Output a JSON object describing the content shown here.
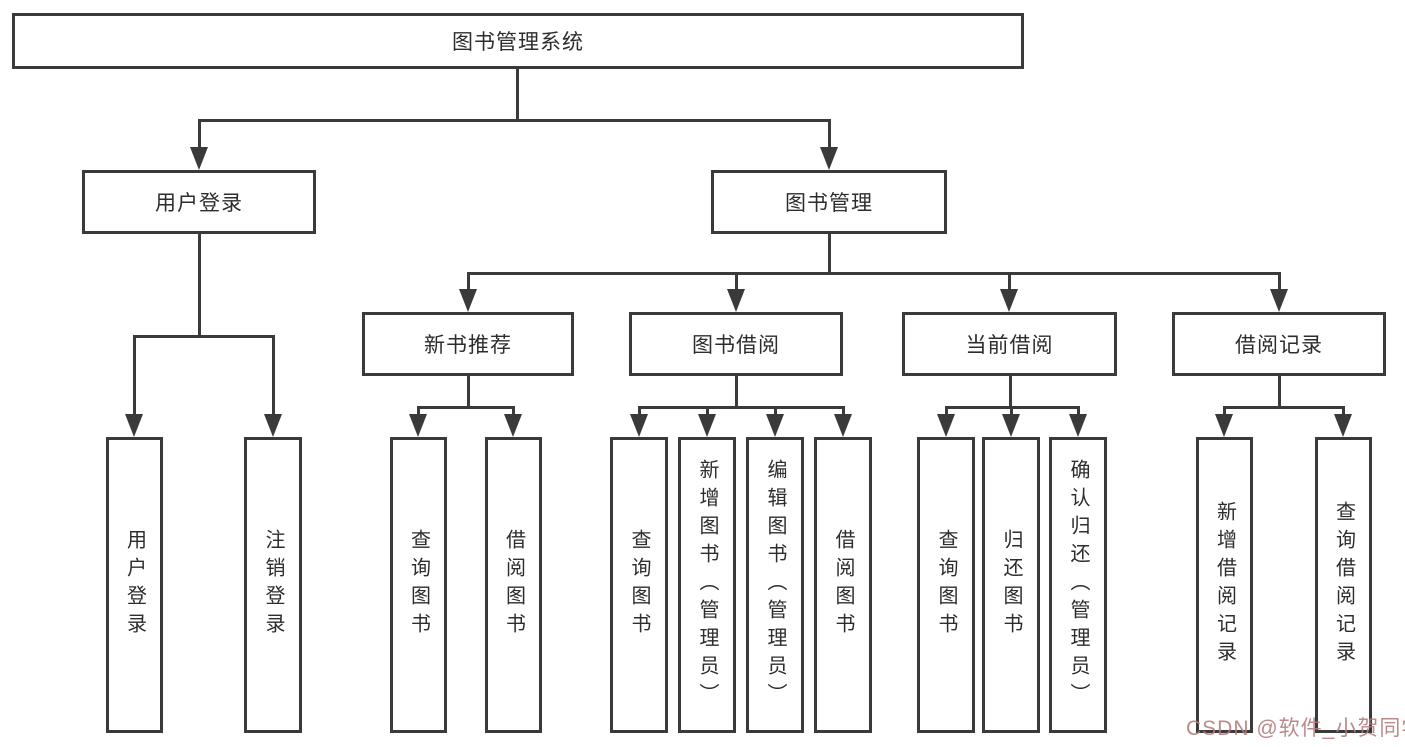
{
  "tree": {
    "label": "图书管理系统",
    "children": [
      {
        "label": "用户登录",
        "children": [
          {
            "label": "用户登录"
          },
          {
            "label": "注销登录"
          }
        ]
      },
      {
        "label": "图书管理",
        "children": [
          {
            "label": "新书推荐",
            "children": [
              {
                "label": "查询图书"
              },
              {
                "label": "借阅图书"
              }
            ]
          },
          {
            "label": "图书借阅",
            "children": [
              {
                "label": "查询图书"
              },
              {
                "label": "新增图书（管理员）"
              },
              {
                "label": "编辑图书（管理员）"
              },
              {
                "label": "借阅图书"
              }
            ]
          },
          {
            "label": "当前借阅",
            "children": [
              {
                "label": "查询图书"
              },
              {
                "label": "归还图书"
              },
              {
                "label": "确认归还（管理员）"
              }
            ]
          },
          {
            "label": "借阅记录",
            "children": [
              {
                "label": "新增借阅记录"
              },
              {
                "label": "查询借阅记录"
              }
            ]
          }
        ]
      }
    ]
  },
  "watermark": {
    "text": "CSDN @软件_小贺同学"
  },
  "colors": {
    "border": "#3a3a3a",
    "text": "#2d2d2d",
    "watermark": "#b07a7a",
    "background": "#ffffff"
  }
}
